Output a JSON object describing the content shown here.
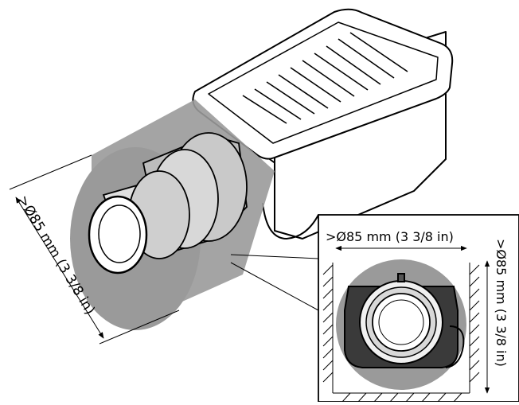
{
  "dimensions": {
    "left_diameter": ">Ø85 mm (3 3/8 in)",
    "inset_horizontal": ">Ø85 mm (3 3/8 in)",
    "inset_vertical": ">Ø85 mm (3 3/8 in)"
  },
  "colors": {
    "clearance_zone": "#9a9a9a",
    "line": "#000000",
    "background": "#ffffff",
    "camera_body": "#ffffff",
    "dark_gray": "#2f2f2f"
  },
  "icons": [
    "camera-illustration",
    "lens-illustration",
    "wall-hatch-icon"
  ]
}
